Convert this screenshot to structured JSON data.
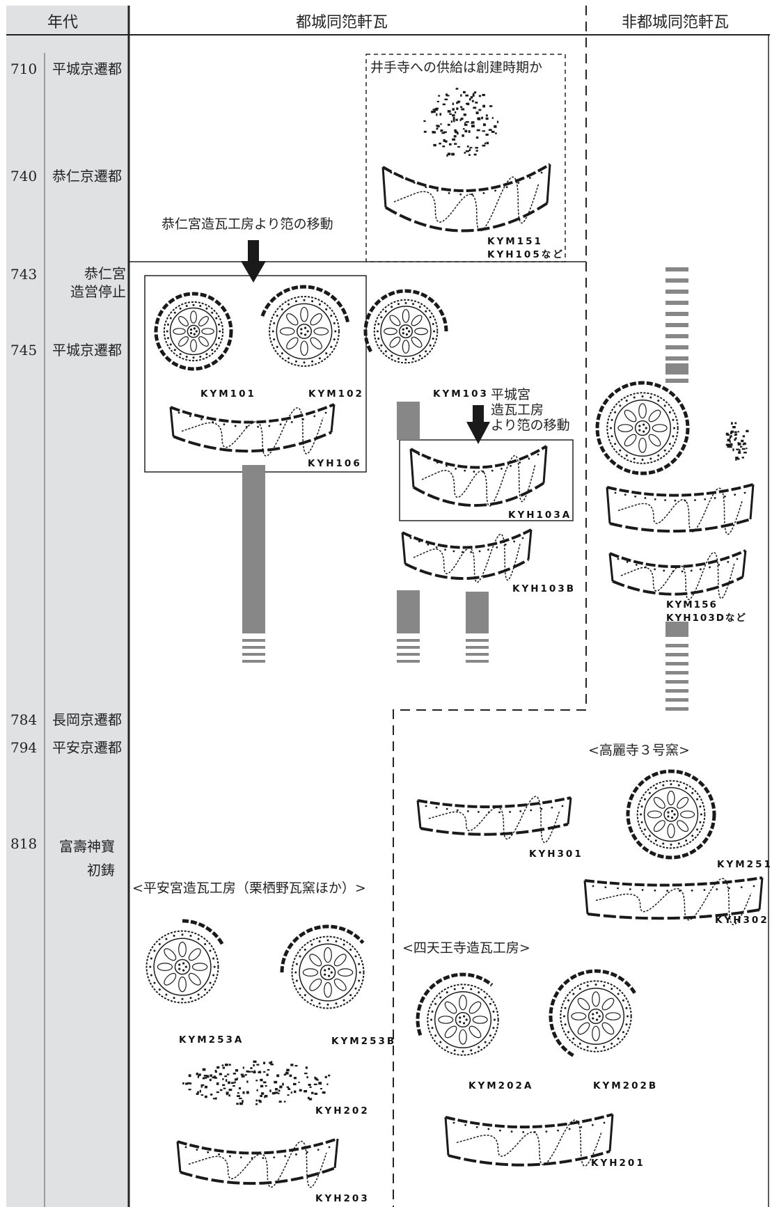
{
  "header": {
    "col_era": "年代",
    "col_capital": "都城同笵軒瓦",
    "col_noncapital": "非都城同笵軒瓦"
  },
  "timeline": [
    {
      "year": "710",
      "event": "平城京遷都"
    },
    {
      "year": "740",
      "event": "恭仁京遷都"
    },
    {
      "year": "743",
      "event": "恭仁宮\n造営停止"
    },
    {
      "year": "745",
      "event": "平城京遷都"
    },
    {
      "year": "784",
      "event": "長岡京遷都"
    },
    {
      "year": "794",
      "event": "平安京遷都"
    },
    {
      "year": "818",
      "event": "富壽神寶\n初鋳"
    }
  ],
  "annotations": {
    "ide_supply": "井手寺への供給は創建時期か",
    "kuni_move": "恭仁宮造瓦工房より笵の移動",
    "heijo_move": "平城宮\n造瓦工房\nより笵の移動",
    "koraiji_kiln": "<高麗寺３号窯>",
    "heian_workshop": "<平安宮造瓦工房（栗栖野瓦窯ほか）>",
    "shitennoji_workshop": "<四天王寺造瓦工房>"
  },
  "tile_codes": {
    "kym151": "KYM151\nKYH105など",
    "kym101": "KYM101",
    "kym102": "KYM102",
    "kyh106": "KYH106",
    "kym103": "KYM103",
    "kyh103a": "KYH103A",
    "kyh103b": "KYH103B",
    "kym156": "KYM156\nKYH103Dなど",
    "kyh301": "KYH301",
    "kym251": "KYM251",
    "kyh302": "KYH302",
    "kym253a": "KYM253A",
    "kym253b": "KYM253B",
    "kyh202": "KYH202",
    "kyh203": "KYH203",
    "kym202a": "KYM202A",
    "kym202b": "KYM202B",
    "kyh201": "KYH201"
  },
  "colors": {
    "era_column_bg": "#e0e1e3",
    "bar_gray": "#878787",
    "line": "#222222"
  }
}
